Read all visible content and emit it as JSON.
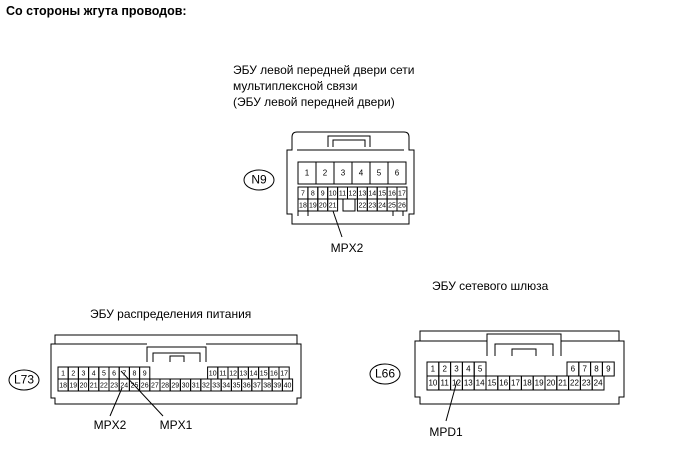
{
  "header": "Со стороны жгута проводов:",
  "connectors": {
    "n9": {
      "id": "N9",
      "title_lines": [
        "ЭБУ левой передней двери сети",
        "мультиплексной связи",
        "(ЭБУ левой передней двери)"
      ],
      "row1": [
        "1",
        "2",
        "3",
        "4",
        "5",
        "6"
      ],
      "row2": [
        "7",
        "8",
        "9",
        "10",
        "11",
        "12",
        "13",
        "14",
        "15",
        "16",
        "17"
      ],
      "row3_left": [
        "18",
        "19",
        "20",
        "21"
      ],
      "row3_right": [
        "22",
        "23",
        "24",
        "25",
        "26"
      ],
      "pointer": "MPX2"
    },
    "l73": {
      "id": "L73",
      "title": "ЭБУ распределения питания",
      "row1_left": [
        "1",
        "2",
        "3",
        "4",
        "5",
        "6",
        "7",
        "8",
        "9"
      ],
      "row1_right": [
        "10",
        "11",
        "12",
        "13",
        "14",
        "15",
        "16",
        "17"
      ],
      "row2": [
        "18",
        "19",
        "20",
        "21",
        "22",
        "23",
        "24",
        "25",
        "26",
        "27",
        "28",
        "29",
        "30",
        "31",
        "32",
        "33",
        "34",
        "35",
        "36",
        "37",
        "38",
        "39",
        "40"
      ],
      "pointers": [
        "MPX2",
        "MPX1"
      ]
    },
    "l66": {
      "id": "L66",
      "title": "ЭБУ сетевого шлюза",
      "row1_left": [
        "1",
        "2",
        "3",
        "4",
        "5"
      ],
      "row1_right": [
        "6",
        "7",
        "8",
        "9"
      ],
      "row2": [
        "10",
        "11",
        "12",
        "13",
        "14",
        "15",
        "16",
        "17",
        "18",
        "19",
        "20",
        "21",
        "22",
        "23",
        "24"
      ],
      "pointer": "MPD1"
    }
  }
}
